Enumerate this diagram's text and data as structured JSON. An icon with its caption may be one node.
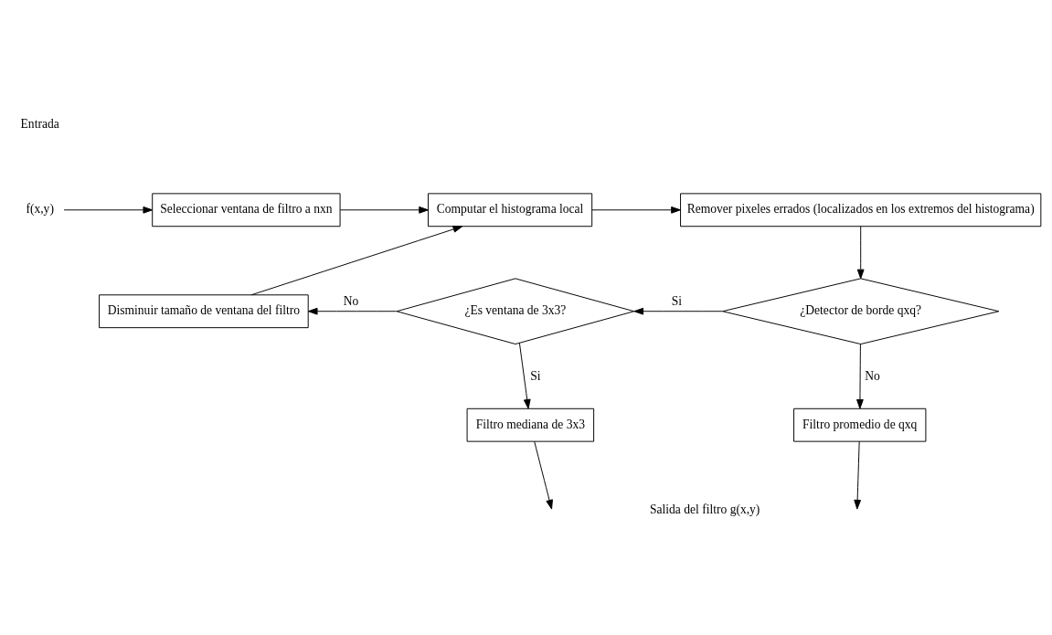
{
  "diagram": {
    "nodes": [
      {
        "text": [
          "f(x,y)"
        ]
      },
      {
        "text": [
          "Seleccionar ventana de filtro a nxn"
        ]
      },
      {
        "text": [
          "Computar el histograma local"
        ]
      },
      {
        "text": [
          "Remover pixeles errados (localizados en los extremos del histograma)"
        ]
      },
      {
        "text": [
          "¿Detector de borde qxq?"
        ]
      },
      {
        "text": [
          "¿Es ventana de 3x3?"
        ]
      },
      {
        "text": [
          "Disminuir tamaño de ventana del filtro"
        ]
      },
      {
        "text": [
          "Filtro mediana de 3x3"
        ]
      },
      {
        "text": [
          "Filtro promedio de qxq"
        ]
      }
    ],
    "edges": [
      {
        "from": 0,
        "to": 1,
        "arrow": "to"
      },
      {
        "from": 1,
        "to": 2,
        "arrow": "to"
      },
      {
        "from": 2,
        "to": 3,
        "arrow": "to"
      },
      {
        "from": 3,
        "to": 4,
        "arrow": "to"
      },
      {
        "from": 4,
        "to": 5,
        "arrow": "to",
        "label": "Si"
      },
      {
        "from": 5,
        "to": 6,
        "arrow": "to",
        "label": "No"
      },
      {
        "from": 6,
        "to": 2,
        "arrow": "to"
      },
      {
        "from": 5,
        "to": 7,
        "arrow": "to",
        "label": "Si"
      },
      {
        "from": 4,
        "to": 8,
        "arrow": "to",
        "label": "No"
      },
      {
        "from": 7,
        "to": null,
        "arrow": "to"
      },
      {
        "from": 8,
        "to": null,
        "arrow": "to"
      }
    ],
    "labels": [
      "Entrada",
      "Salida del filtro g(x,y)"
    ]
  }
}
